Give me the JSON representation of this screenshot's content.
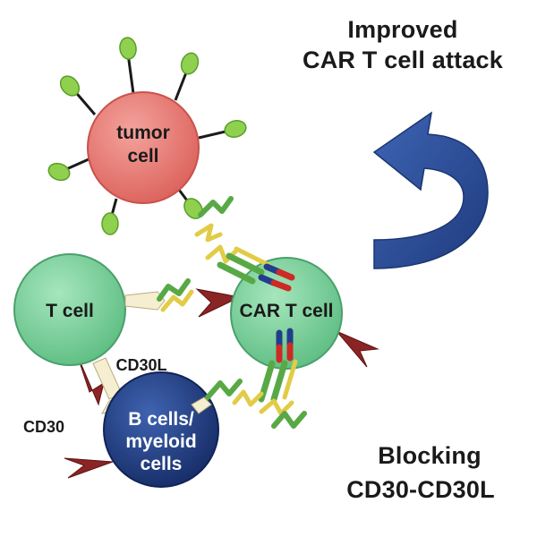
{
  "heading": {
    "line1": "Improved",
    "line2": "CAR T cell attack"
  },
  "footer": {
    "line1": "Blocking",
    "line2": "CD30-CD30L"
  },
  "cells": {
    "tumor": {
      "line1": "tumor",
      "line2": "cell",
      "color": "#e4736e"
    },
    "t_cell": {
      "label": "T cell",
      "color": "#7ecf9c"
    },
    "car_t": {
      "label": "CAR T cell",
      "color": "#7ecf9c"
    },
    "b_cells": {
      "line1": "B cells/",
      "line2": "myeloid",
      "line3": "cells",
      "color": "#1f3e86"
    }
  },
  "molecules": {
    "cd30l": "CD30L",
    "cd30": "CD30"
  },
  "colors": {
    "antigen": "#8fd14f",
    "arrow": "#2b4f9e",
    "receptor": "#8b2424",
    "antibody_green": "#58a946",
    "antibody_yellow": "#e2cc46",
    "scfv_red": "#cc2a24",
    "scfv_blue": "#233d8c"
  },
  "icons": [
    "curved-arrow-icon",
    "antibody-icon",
    "antigen-icon",
    "receptor-icon"
  ]
}
